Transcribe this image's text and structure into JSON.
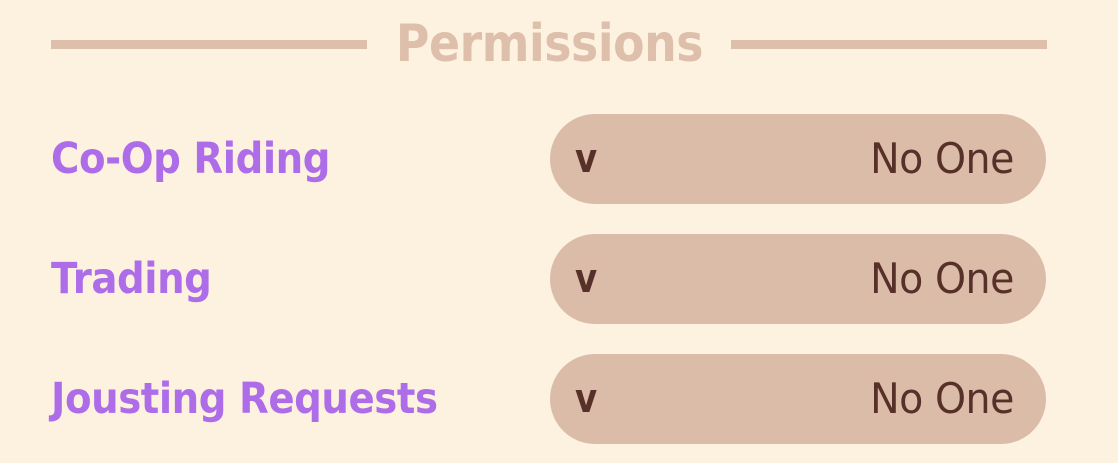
{
  "theme": {
    "background": "#FDF1E0",
    "header_accent": "#DDBFAB",
    "label_color": "#AE6DE8",
    "pill_fill": "#DBBCA9",
    "pill_text": "#573029"
  },
  "header": {
    "title": "Permissions"
  },
  "permissions": {
    "rows": [
      {
        "label": "Co-Op Riding",
        "caret": "v",
        "value": "No One"
      },
      {
        "label": "Trading",
        "caret": "v",
        "value": "No One"
      },
      {
        "label": "Jousting Requests",
        "caret": "v",
        "value": "No One"
      }
    ]
  }
}
